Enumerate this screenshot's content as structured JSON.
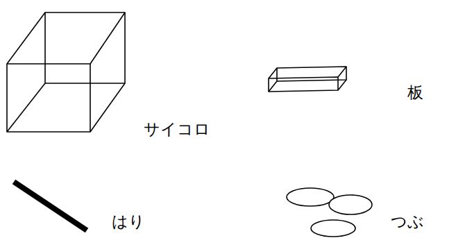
{
  "diagram": {
    "labels": [
      "サイコロ",
      "板",
      "はり",
      "つぶ"
    ]
  }
}
